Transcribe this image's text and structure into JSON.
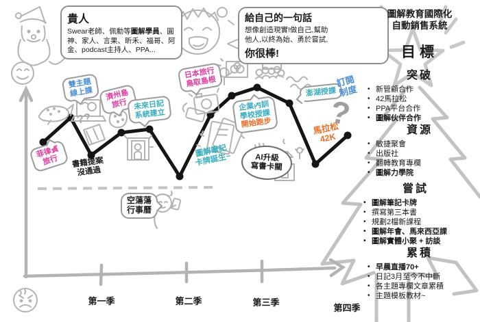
{
  "palette": {
    "pink": "#e5399e",
    "blue": "#4a8fd4",
    "teal": "#35aec0",
    "orange": "#ee6c23",
    "ink": "#1a1a1a",
    "sketch_gray": "#b3b3b3",
    "tree_gray": "#c2c2c2"
  },
  "top": {
    "benefactors": {
      "title": "貴人",
      "body_pre": "Swear老師、佩勳等",
      "body_bold": "圖解學員",
      "body_post": "、圓神、家人、言果、昕禾、福哥、阿金、podcast主持人、PPA..."
    },
    "self_message": {
      "title": "給自己的一句話",
      "line1": "想像創造現實!做自己,幫助",
      "line2": "他人,以終為始、勇於嘗試,",
      "emphasis": "你很棒!"
    },
    "system_title_line1": "圖解教育國際化",
    "system_title_line2": "自動銷售系統"
  },
  "goals": {
    "label": "目標",
    "sections": [
      {
        "heading": "突破",
        "items": [
          "新管顧合作",
          "42馬拉松",
          "PPA平台合作",
          "圖解伙伴合作"
        ]
      },
      {
        "heading": "資源",
        "items": [
          "敏捷聚會",
          "出版社",
          "翻轉教育專欄",
          "圖解力學院"
        ]
      },
      {
        "heading": "嘗試",
        "items": [
          "圖解筆記卡牌",
          "撰寫第三本書",
          "規劃2檔新課程",
          "圖解年會、馬來西亞課",
          "圖解實體小聚 + 訪談"
        ]
      },
      {
        "heading": "累積",
        "items": [
          "早晨直播70+",
          "日記3月至今不中斷",
          "各主題專欄文章累積",
          "主題模板教材~"
        ]
      }
    ]
  },
  "timeline": {
    "callouts": [
      {
        "line1": "菲律賓",
        "line2": "旅行",
        "color": "pink"
      },
      {
        "line1": "雙主題",
        "line2": "線上課",
        "color": "blue"
      },
      {
        "line1": "濟州島",
        "line2": "旅行",
        "color": "pink"
      },
      {
        "line1": "未來日記",
        "line2": "系統建立",
        "color": "teal"
      },
      {
        "line1": "日本旅行",
        "line2": "鳥取島根",
        "color": "pink"
      },
      {
        "line1": "企業內訓",
        "line2": "學校授課",
        "line3": "開始跑步",
        "color": "teal+orange"
      },
      {
        "line1": "澎湖授課",
        "color": "teal"
      },
      {
        "line1": "訂閱",
        "line2": "制度",
        "color": "blue"
      },
      {
        "line1": "馬拉松",
        "line2": "42K",
        "color": "orange"
      },
      {
        "line1": "圖解筆記",
        "line2": "卡牌誕生~",
        "color": "teal"
      }
    ],
    "notes": [
      {
        "line1": "書籍提案",
        "line2": "沒通過"
      },
      {
        "line1": "空蕩蕩",
        "line2": "行事曆"
      },
      {
        "line1": "AI升級",
        "line2": "寫書卡關"
      }
    ],
    "question_mark": "?",
    "double_question": "??",
    "quarters": [
      "第一季",
      "第二季",
      "第三季",
      "第四季"
    ]
  },
  "icons": [
    "santa-icon",
    "boy-face-icon",
    "smiley-face-icon",
    "sad-face-icon",
    "whale-shark-icon",
    "laptop-icon",
    "book-icon",
    "island-icon",
    "door-icon",
    "camera-icon",
    "phone-hand-icon",
    "presenter-icon",
    "audience-icon",
    "waves-icon",
    "game-characters-icon",
    "worried-person-icon",
    "star-icon",
    "tree-icon"
  ]
}
